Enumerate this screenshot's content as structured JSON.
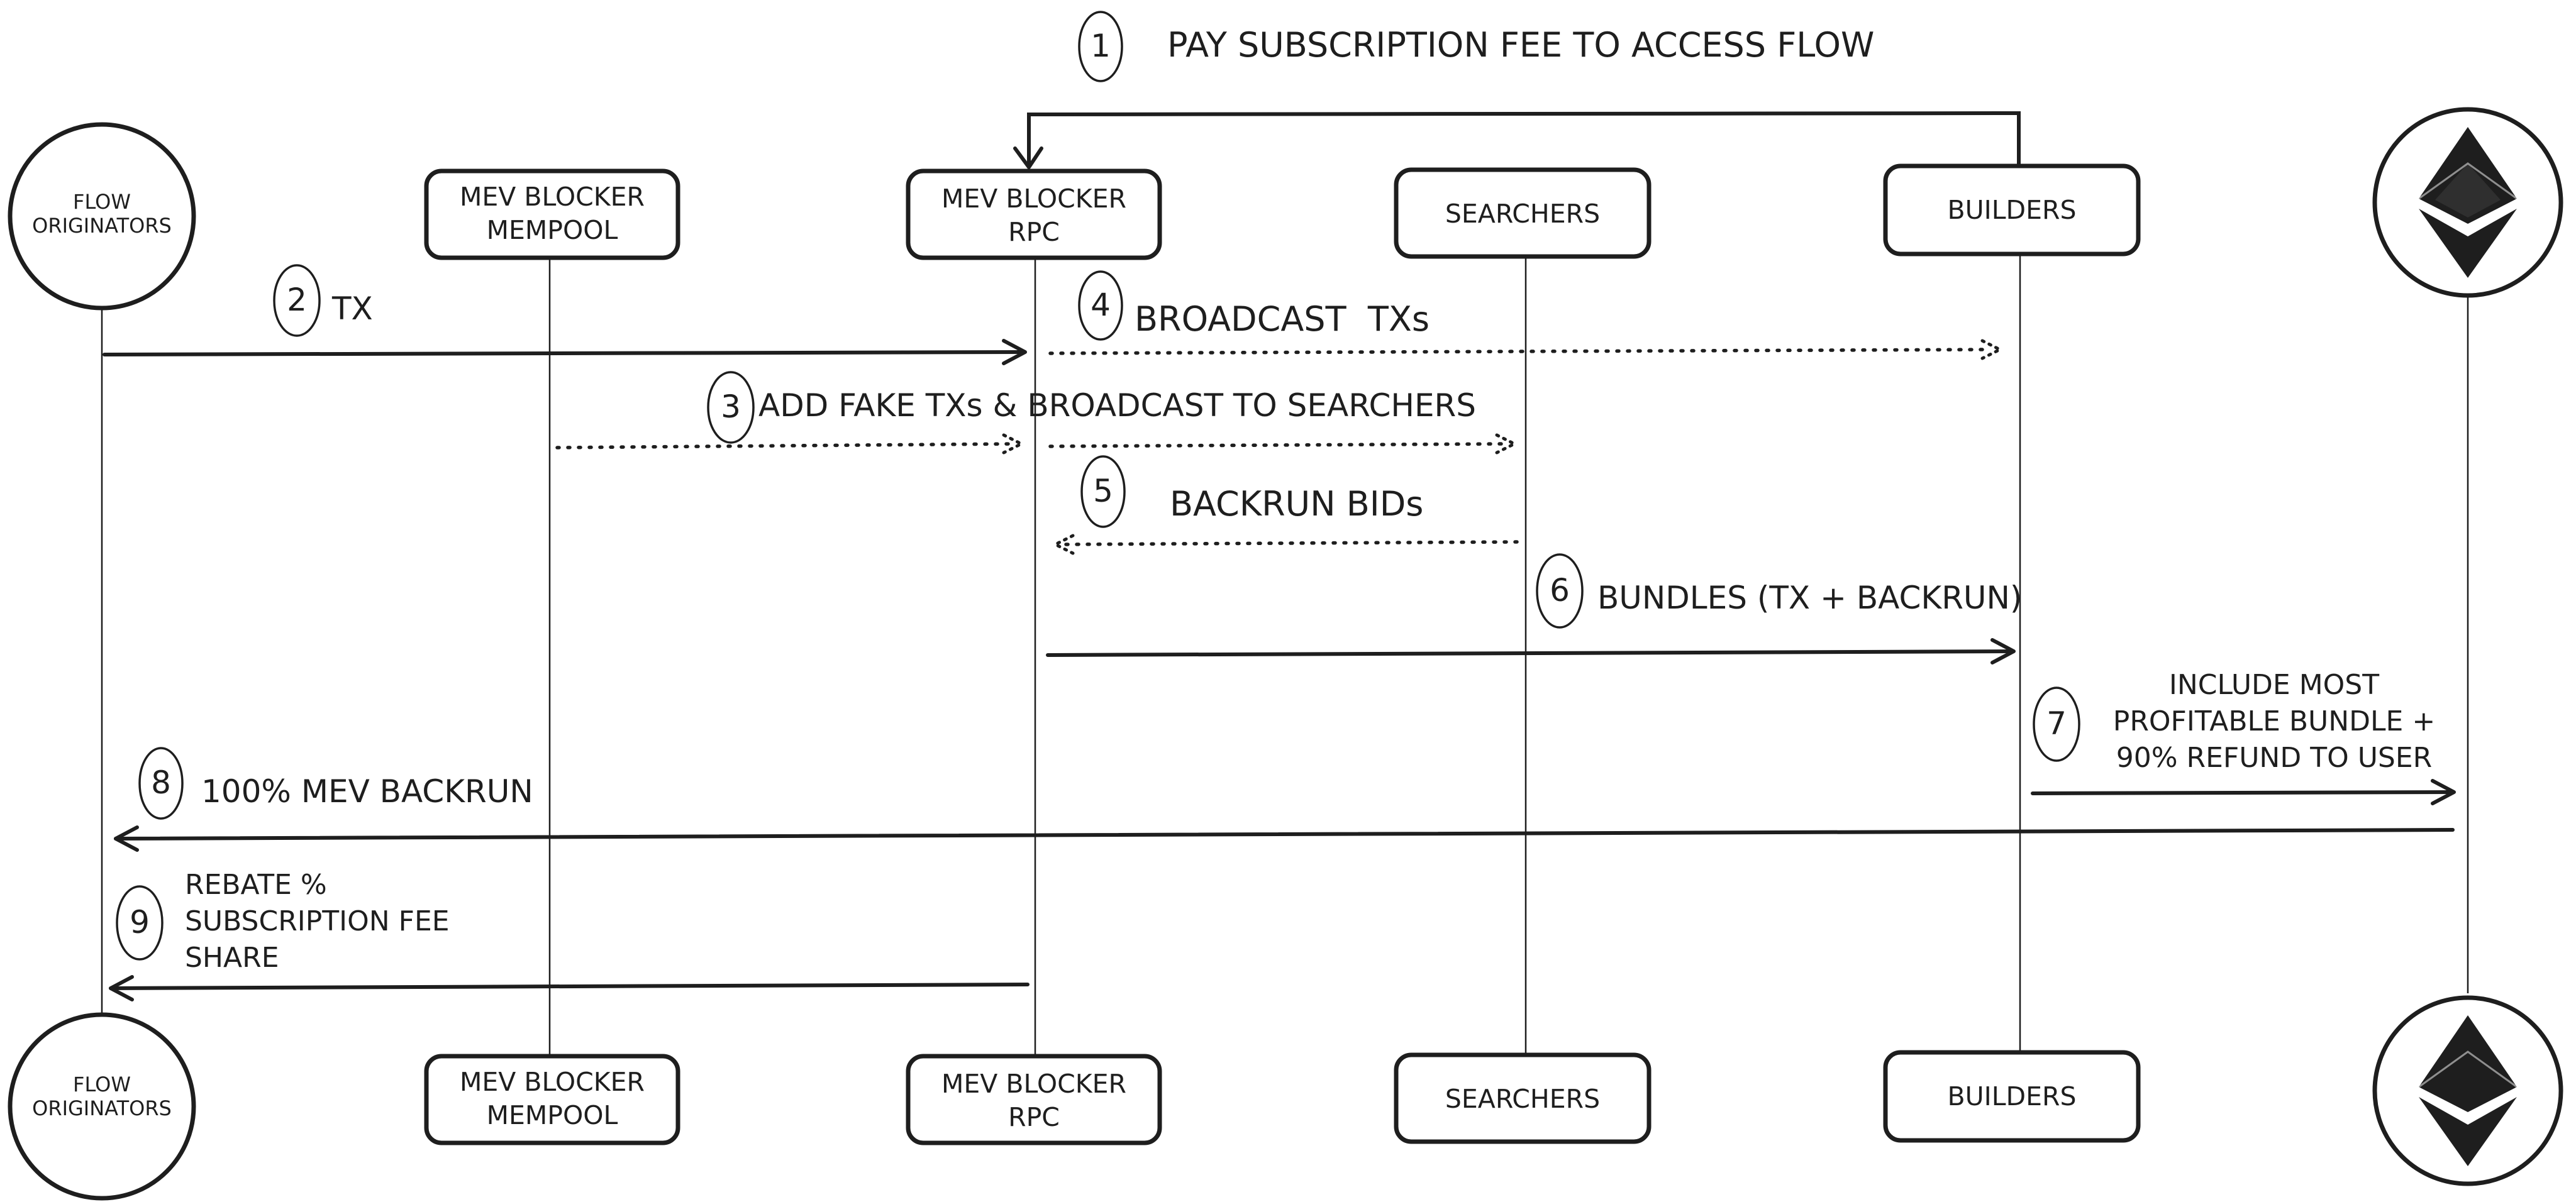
{
  "nodes": {
    "flow_originators": {
      "line1": "FLOW",
      "line2": "ORIGINATORS"
    },
    "mev_blocker_mempool": {
      "line1": "MEV BLOCKER",
      "line2": "MEMPOOL"
    },
    "mev_blocker_rpc": {
      "line1": "MEV BLOCKER",
      "line2": "RPC"
    },
    "searchers": {
      "label": "SEARCHERS"
    },
    "builders": {
      "label": "BUILDERS"
    },
    "ethereum": {
      "icon": "ethereum-logo-icon"
    }
  },
  "steps": [
    {
      "number": "1",
      "label": "PAY SUBSCRIPTION FEE TO ACCESS FLOW"
    },
    {
      "number": "2",
      "label": "TX"
    },
    {
      "number": "3",
      "label": "ADD FAKE TXs & BROADCAST TO SEARCHERS"
    },
    {
      "number": "4",
      "label": "BROADCAST  TXs"
    },
    {
      "number": "5",
      "label": "BACKRUN BIDs"
    },
    {
      "number": "6",
      "label": "BUNDLES (TX + BACKRUN)"
    },
    {
      "number": "7",
      "lines": [
        "INCLUDE MOST",
        "PROFITABLE BUNDLE +",
        "90% REFUND TO USER"
      ]
    },
    {
      "number": "8",
      "label": "100% MEV BACKRUN"
    },
    {
      "number": "9",
      "lines": [
        "REBATE %",
        "SUBSCRIPTION FEE",
        "SHARE"
      ]
    }
  ],
  "colors": {
    "ink": "#1e1e1e",
    "background": "#ffffff"
  }
}
